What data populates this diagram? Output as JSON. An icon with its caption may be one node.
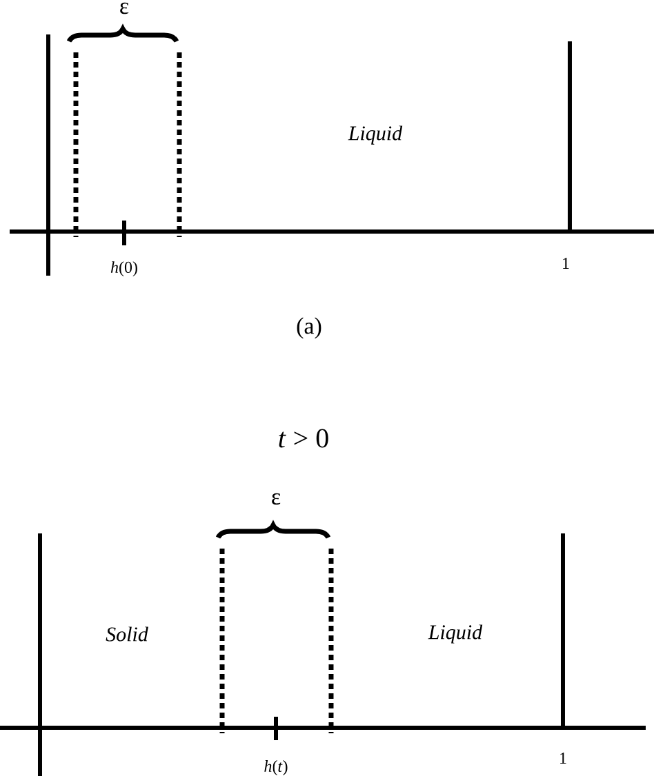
{
  "diagram": {
    "labels": [
      "ε",
      "Liquid",
      "*h*(0)",
      "1",
      "(a)",
      "*t* > 0",
      "ε",
      "Solid",
      "Liquid",
      "*h*(*t*)",
      "1"
    ]
  }
}
